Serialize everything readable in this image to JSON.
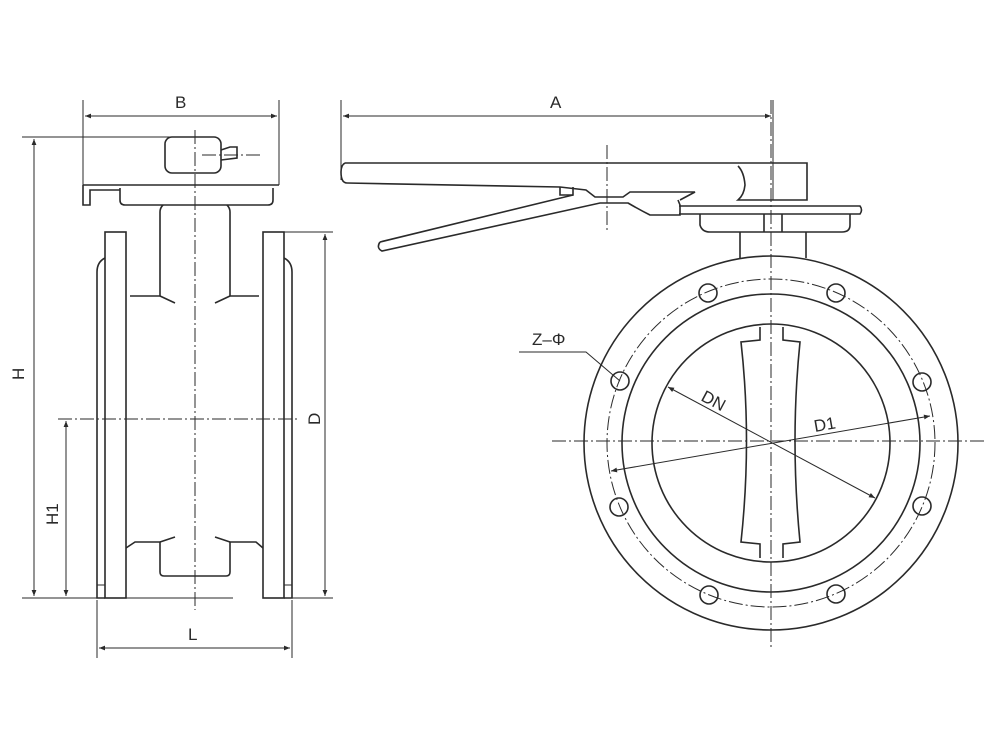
{
  "drawing": {
    "side_view": {
      "labels": {
        "B": "B",
        "H": "H",
        "H1": "H1",
        "D": "D",
        "L": "L"
      }
    },
    "front_view": {
      "labels": {
        "A": "A",
        "Z_phi": "Z–Φ",
        "DN": "DN",
        "D1": "D1"
      }
    },
    "line_color": "#2a2a2a"
  }
}
